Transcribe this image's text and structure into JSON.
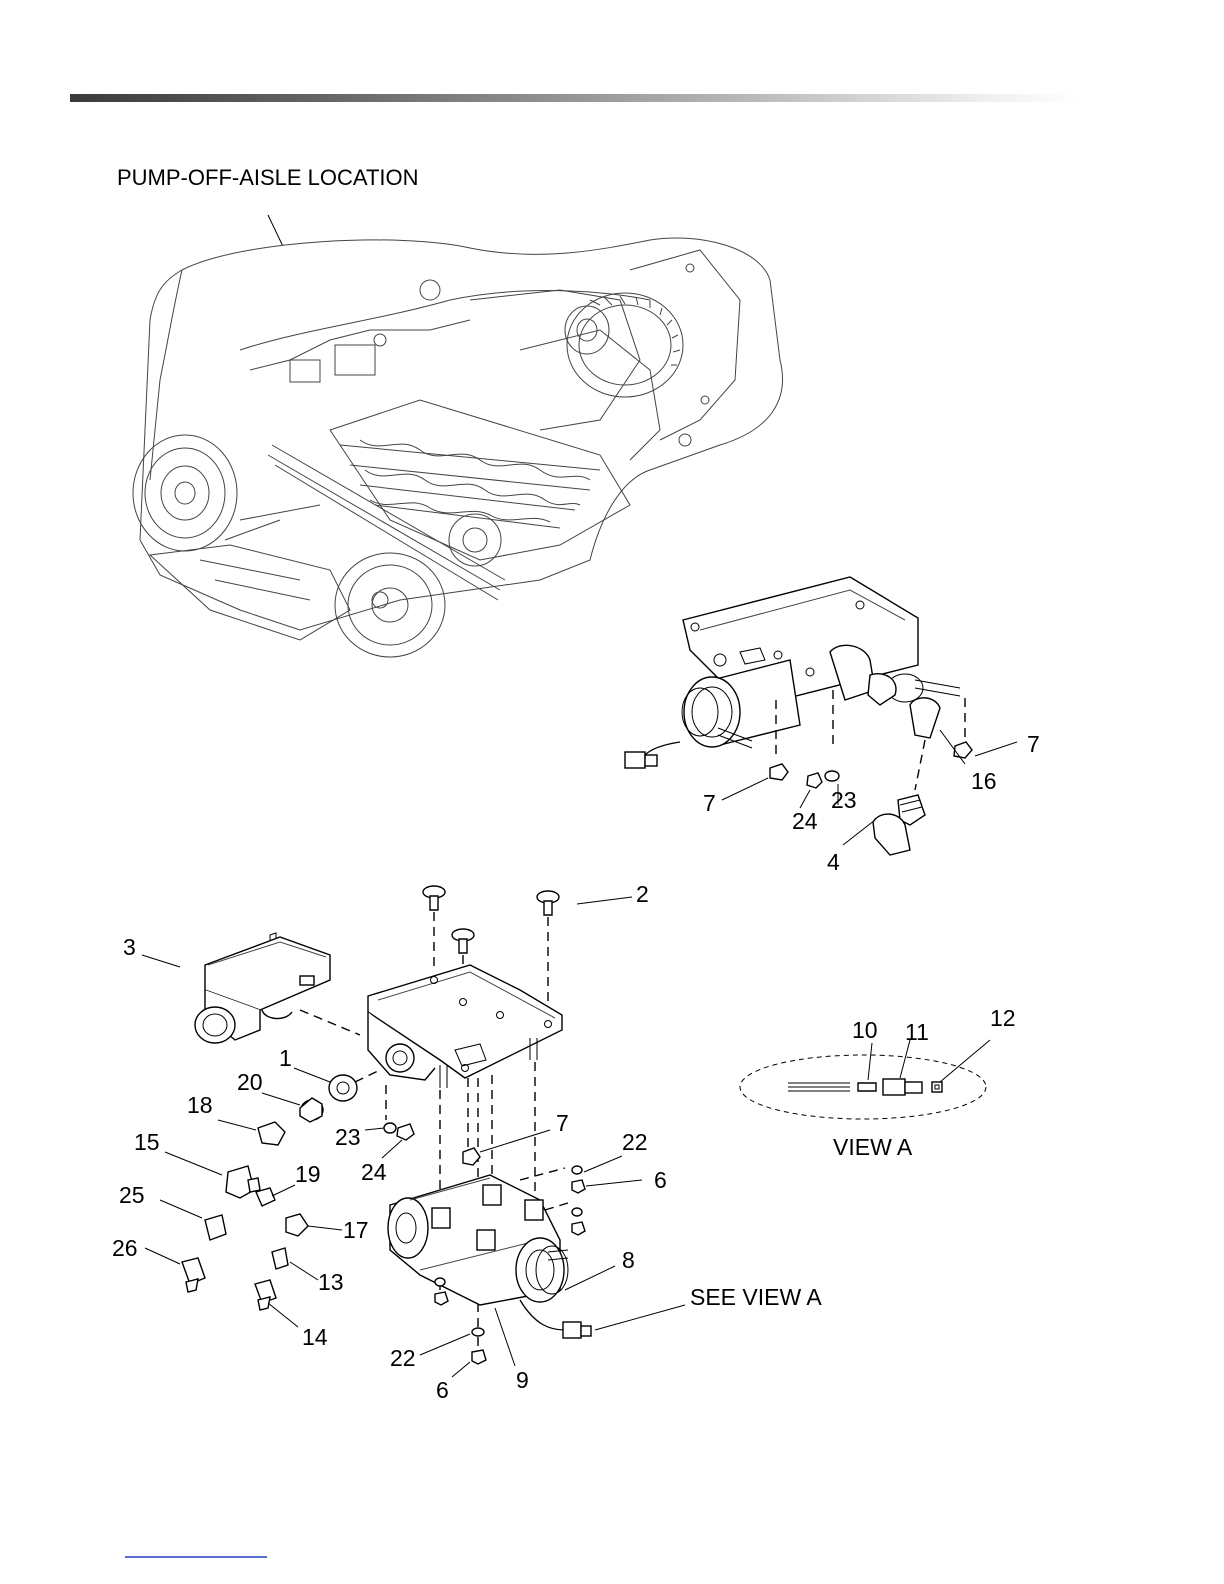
{
  "heading": "PUMP-OFF-AISLE LOCATION",
  "view_a_label": "VIEW A",
  "see_view_a_label": "SEE VIEW A",
  "callouts": {
    "n1": "1",
    "n2": "2",
    "n3": "3",
    "n4": "4",
    "n6a": "6",
    "n6b": "6",
    "n7a": "7",
    "n7b": "7",
    "n7c": "7",
    "n8": "8",
    "n9": "9",
    "n10": "10",
    "n11": "11",
    "n12": "12",
    "n13": "13",
    "n14": "14",
    "n15": "15",
    "n16": "16",
    "n17": "17",
    "n18": "18",
    "n19": "19",
    "n20": "20",
    "n22a": "22",
    "n22b": "22",
    "n23a": "23",
    "n23b": "23",
    "n24a": "24",
    "n24b": "24",
    "n25": "25",
    "n26": "26"
  }
}
